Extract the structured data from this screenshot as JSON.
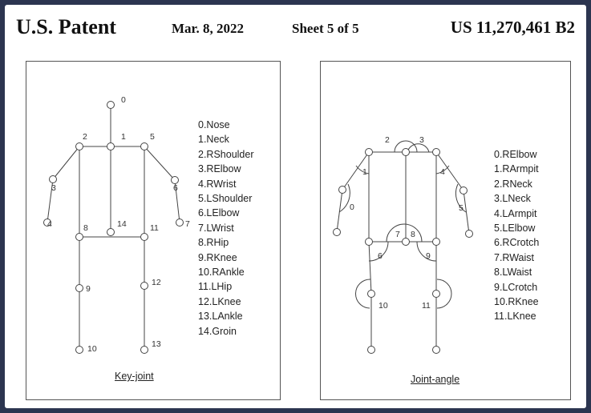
{
  "header": {
    "title": "U.S. Patent",
    "date": "Mar. 8, 2022",
    "sheet": "Sheet 5 of 5",
    "patent_number": "US 11,270,461 B2"
  },
  "figure_left": {
    "caption": "Key-joint",
    "legend": [
      "0.Nose",
      "1.Neck",
      "2.RShoulder",
      "3.RElbow",
      "4.RWrist",
      "5.LShoulder",
      "6.LElbow",
      "7.LWrist",
      "8.RHip",
      "9.RKnee",
      "10.RAnkle",
      "11.LHip",
      "12.LKnee",
      "13.LAnkle",
      "14.Groin"
    ],
    "node_labels": [
      "0",
      "1",
      "2",
      "3",
      "4",
      "5",
      "6",
      "7",
      "8",
      "9",
      "10",
      "11",
      "12",
      "13",
      "14"
    ]
  },
  "figure_right": {
    "caption": "Joint-angle",
    "legend": [
      "0.RElbow",
      "1.RArmpit",
      "2.RNeck",
      "3.LNeck",
      "4.LArmpit",
      "5.LElbow",
      "6.RCrotch",
      "7.RWaist",
      "8.LWaist",
      "9.LCrotch",
      "10.RKnee",
      "11.LKnee"
    ],
    "angle_labels": [
      "0",
      "1",
      "2",
      "3",
      "4",
      "5",
      "6",
      "7",
      "8",
      "9",
      "10",
      "11"
    ]
  },
  "colors": {
    "background": "#2c3550",
    "paper": "#ffffff",
    "ink": "#333333"
  }
}
